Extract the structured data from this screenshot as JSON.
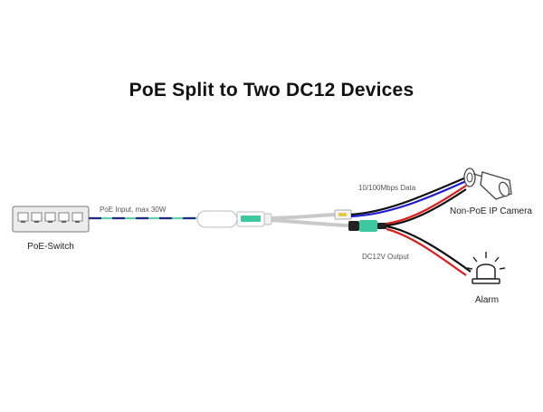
{
  "title": "PoE Split to Two DC12 Devices",
  "labels": {
    "switch": "PoE-Switch",
    "poe_input": "PoE Input, max 30W",
    "data": "10/100Mbps Data",
    "dc_output": "DC12V Output",
    "camera": "Non-PoE IP Camera",
    "alarm": "Alarm"
  },
  "colors": {
    "data_blue": "#1a1ad6",
    "power_red": "#e01818",
    "wire_black": "#111111",
    "cable_green": "#5fd0a8",
    "cable_navy": "#1f2a80",
    "splitter_accent": "#3cc9a0"
  },
  "icons": [
    "switch-icon",
    "splitter-icon",
    "camera-icon",
    "alarm-icon"
  ]
}
